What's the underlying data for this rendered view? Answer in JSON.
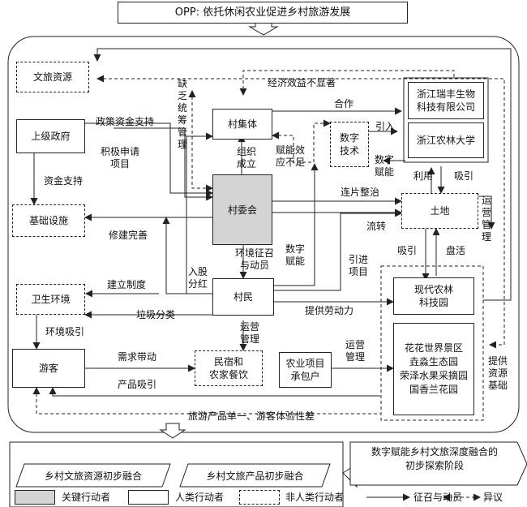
{
  "title": "OPP: 依托休闲农业促进乡村旅游发展",
  "actors": {
    "wenlv": "文旅资源",
    "cunjiti": "村集体",
    "company": "浙江瑞丰生物\n科技有限公司",
    "university": "浙江农林大学",
    "gov": "上级政府",
    "digital": "数字\n技术",
    "infra": "基础设施",
    "villagers_committee": "村委会",
    "land": "土地",
    "hygiene": "卫生环境",
    "villagers": "村民",
    "agri_park": "现代农林\n科技园",
    "tourists": "游客",
    "homestay": "民宿和\n农家餐饮",
    "contractor": "农业项目\n承包户",
    "scenic": "花花世界景区\n垚淼生态园\n荣泽水果采摘园\n国香兰花园"
  },
  "labels": {
    "lack_coordination": "缺乏统筹管理",
    "economic": "经济效益不显著",
    "cooperate": "合作",
    "policy_funds": "政策资金支持",
    "apply": "积极申请\n项目",
    "intro": "引入",
    "digital_empower": "数字\n赋能",
    "organize": "组织\n成立",
    "empower_weak": "赋能效\n应不足",
    "funds": "资金支持",
    "use": "利用",
    "attract": "吸引",
    "consolidate": "连片整治",
    "ops_mgmt_right": "运营管理",
    "flow": "流转",
    "build_improve": "修建完善",
    "land_requisition": "环境征召\n与动员",
    "digital_empower2": "数字\n赋能",
    "introduce_project": "引进\n项目",
    "attract2": "吸引",
    "revitalize": "盘活",
    "share_dividend": "入股\n分红",
    "establish": "建立制度",
    "labor": "提供劳动力",
    "garbage": "垃圾分类",
    "env_attract": "环境吸引",
    "ops_mgmt": "运营\n管理",
    "demand": "需求带动",
    "ops_mgmt3": "运营\n管理",
    "product_attract": "产品吸引",
    "provide_resource": "提供资源基础",
    "single_product": "旅游产品单一、游客体验性差"
  },
  "stages": {
    "stage1": "乡村文旅资源初步融合",
    "stage2": "乡村文旅产品初步融合",
    "result": "数字赋能乡村文旅深度融合的\n初步探索阶段"
  },
  "legend": {
    "key_actor": "关键行动者",
    "human_actor": "人类行动者",
    "nonhuman_actor": "非人类行动者",
    "mobilize": "征召与动员",
    "dissent": "异议"
  },
  "colors": {
    "key_fill": "#d4d4d4",
    "line": "#222222"
  }
}
